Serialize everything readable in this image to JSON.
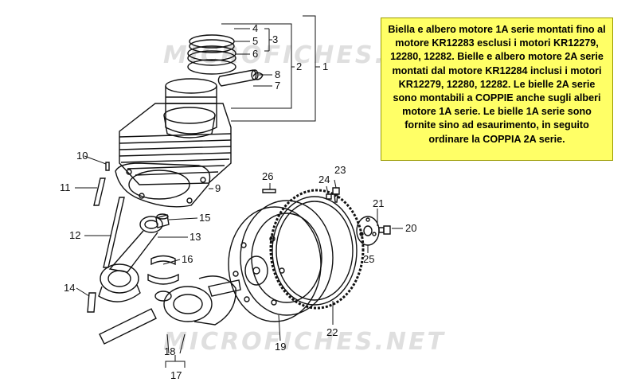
{
  "note": {
    "text": "Biella e albero motore 1A serie montati fino al motore KR12283 esclusi i motori KR12279, 12280, 12282. Bielle e albero motore 2A serie montati dal motore KR12284 inclusi i motori KR12279, 12280, 12282. Le bielle 2A serie sono montabili a COPPIE anche sugli alberi motore 1A serie. Le bielle 1A serie sono fornite sino ad esaurimento, in seguito ordinare la COPPIA 2A serie."
  },
  "watermark": {
    "top": "MICROFICHES.NET",
    "bottom": "MICROFICHES.NET"
  },
  "callouts": {
    "c1": "1",
    "c2": "2",
    "c3": "3",
    "c4": "4",
    "c5": "5",
    "c6": "6",
    "c7": "7",
    "c8": "8",
    "c9": "9",
    "c10": "10",
    "c11": "11",
    "c12": "12",
    "c13": "13",
    "c14": "14",
    "c15": "15",
    "c16": "16",
    "c17": "17",
    "c18": "18",
    "c19": "19",
    "c20": "20",
    "c21": "21",
    "c22": "22",
    "c23": "23",
    "c24": "24",
    "c25": "25",
    "c26": "26"
  }
}
